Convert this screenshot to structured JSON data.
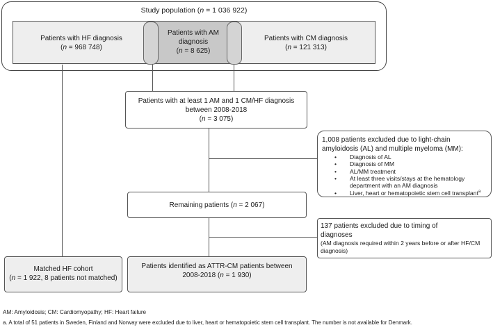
{
  "study_population": {
    "label": "Study population",
    "n": "1 036 922"
  },
  "hf_diagnosis": {
    "label": "Patients with HF diagnosis",
    "n": "968 748"
  },
  "am_diagnosis": {
    "label_line1": "Patients with AM",
    "label_line2": "diagnosis",
    "n": "8 625"
  },
  "cm_diagnosis": {
    "label": "Patients with CM diagnosis",
    "n": "121 313"
  },
  "combined": {
    "line1": "Patients with at least 1 AM and 1 CM/HF diagnosis",
    "line2": "between 2008-2018",
    "n": "3 075"
  },
  "excluded_al_mm": {
    "line1": "1,008 patients excluded due to light-chain",
    "line2": "amyloidosis (AL) and multiple myeloma (MM):",
    "bullets": [
      "Diagnosis of AL",
      "Diagnosis of MM",
      "AL/MM treatment",
      "At least three visits/stays at the hematology department with an AM diagnosis",
      "Liver, heart or hematopoietic stem cell transplant"
    ],
    "footnote_mark": "a"
  },
  "remaining": {
    "label": "Remaining patients",
    "n": "2 067"
  },
  "excluded_timing": {
    "line1": "137 patients excluded due to timing of",
    "line2": "diagnoses",
    "note": "(AM diagnosis required within 2 years before or after HF/CM diagnosis)"
  },
  "matched_hf": {
    "label": "Matched HF cohort",
    "n": "1 922",
    "suffix": ", 8 patients not matched)"
  },
  "attr_cm": {
    "line1": "Patients identified as ATTR-CM patients between",
    "line2": "2008-2018",
    "n": "1 930"
  },
  "n_symbol": "n",
  "footnotes": {
    "abbreviations": "AM: Amyloidosis; CM: Cardiomyopathy; HF: Heart failure",
    "a_mark": "a.",
    "a_text": " A total of 51 patients in Sweden, Finland and Norway were excluded due to liver, heart or hematopoietic stem cell transplant. The number is not available for Denmark."
  }
}
